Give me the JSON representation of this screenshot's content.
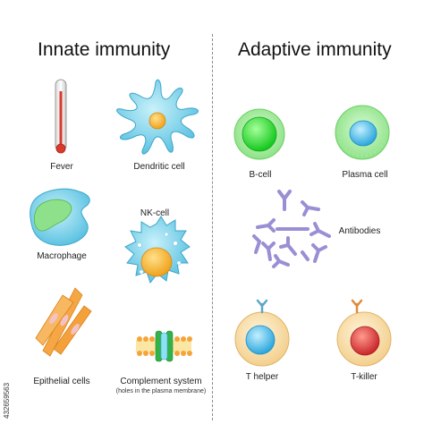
{
  "headings": {
    "innate": "Innate immunity",
    "adaptive": "Adaptive immunity"
  },
  "labels": {
    "fever": "Fever",
    "dendritic_cell": "Dendritic cell",
    "macrophage": "Macrophage",
    "nk_cell": "NK-cell",
    "epithelial_cells": "Epithelial cells",
    "complement_system": "Complement system",
    "complement_note": "(holes in the plasma membrane)",
    "b_cell": "B-cell",
    "plasma_cell": "Plasma cell",
    "antibodies": "Antibodies",
    "t_helper": "T helper",
    "t_killer": "T-killer"
  },
  "watermark_id": "432659563",
  "colors": {
    "innate_cell": "#7fd6ec",
    "nucleus_orange": "#f5b52c",
    "b_cell_nucleus": "#2ee02e",
    "antibody": "#9a8fd4",
    "t_cell_body": "#f9e2b4",
    "t_helper_nucleus": "#35b6e8",
    "t_killer_nucleus": "#e03b3b"
  }
}
